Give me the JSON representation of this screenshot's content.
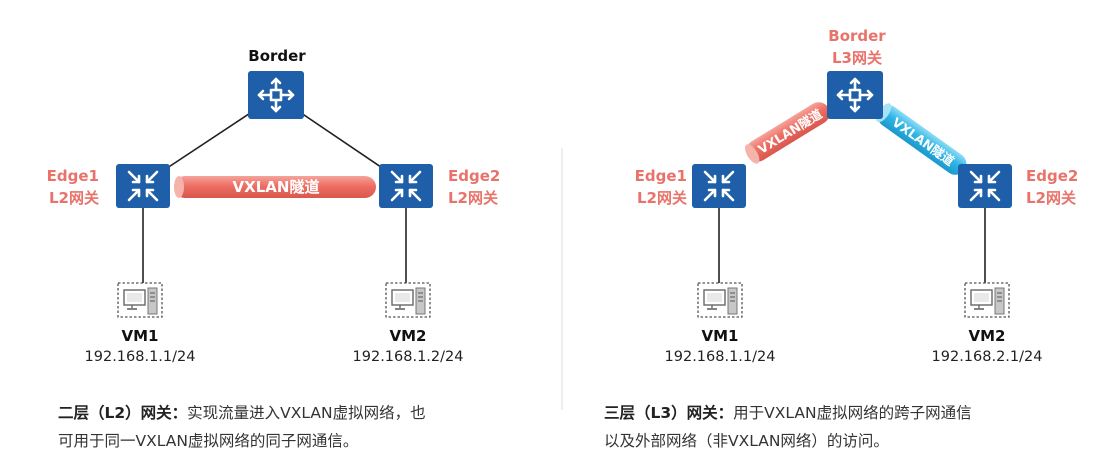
{
  "left": {
    "border_label": "Border",
    "edge1_name": "Edge1",
    "edge1_role": "L2网关",
    "edge2_name": "Edge2",
    "edge2_role": "L2网关",
    "tunnel_label": "VXLAN隧道",
    "vm1_name": "VM1",
    "vm1_ip": "192.168.1.1/24",
    "vm2_name": "VM2",
    "vm2_ip": "192.168.1.2/24",
    "caption_bold": "二层（L2）网关：",
    "caption_line1": "实现流量进入VXLAN虚拟网络，也",
    "caption_line2": "可用于同一VXLAN虚拟网络的同子网通信。"
  },
  "right": {
    "border_label": "Border",
    "border_role": "L3网关",
    "edge1_name": "Edge1",
    "edge1_role": "L2网关",
    "edge2_name": "Edge2",
    "edge2_role": "L2网关",
    "tunnel1_label": "VXLAN隧道",
    "tunnel2_label": "VXLAN隧道",
    "vm1_name": "VM1",
    "vm1_ip": "192.168.1.1/24",
    "vm2_name": "VM2",
    "vm2_ip": "192.168.2.1/24",
    "caption_bold": "三层（L3）网关：",
    "caption_line1": "用于VXLAN虚拟网络的跨子网通信",
    "caption_line2": "以及外部网络（非VXLAN网络）的访问。"
  },
  "colors": {
    "device_blue": "#1f5ea8",
    "accent_red": "#e8736a",
    "tunnel_red": "#ee7a70",
    "tunnel_blue": "#2eb8e8",
    "divider": "#dddddd"
  },
  "icons": {
    "border": "router-icon",
    "edge": "switch-icon",
    "vm": "server-icon"
  }
}
